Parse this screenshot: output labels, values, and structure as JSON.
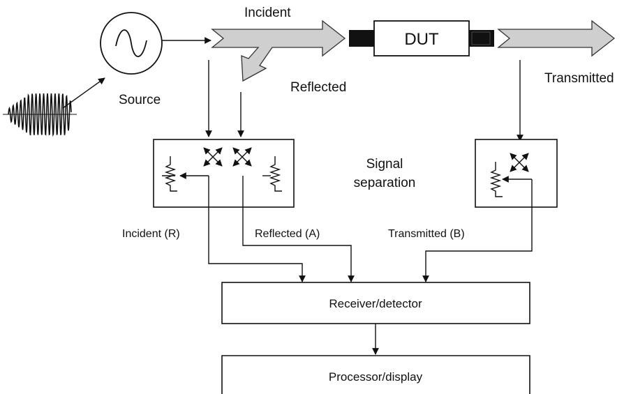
{
  "labels": {
    "incident": "Incident",
    "reflected": "Reflected",
    "transmitted": "Transmitted",
    "source": "Source",
    "dut": "DUT",
    "signal_separation_line1": "Signal",
    "signal_separation_line2": "separation",
    "incident_r": "Incident (R)",
    "reflected_a": "Reflected (A)",
    "transmitted_b": "Transmitted (B)",
    "receiver_detector": "Receiver/detector",
    "processor_display": "Processor/display"
  }
}
